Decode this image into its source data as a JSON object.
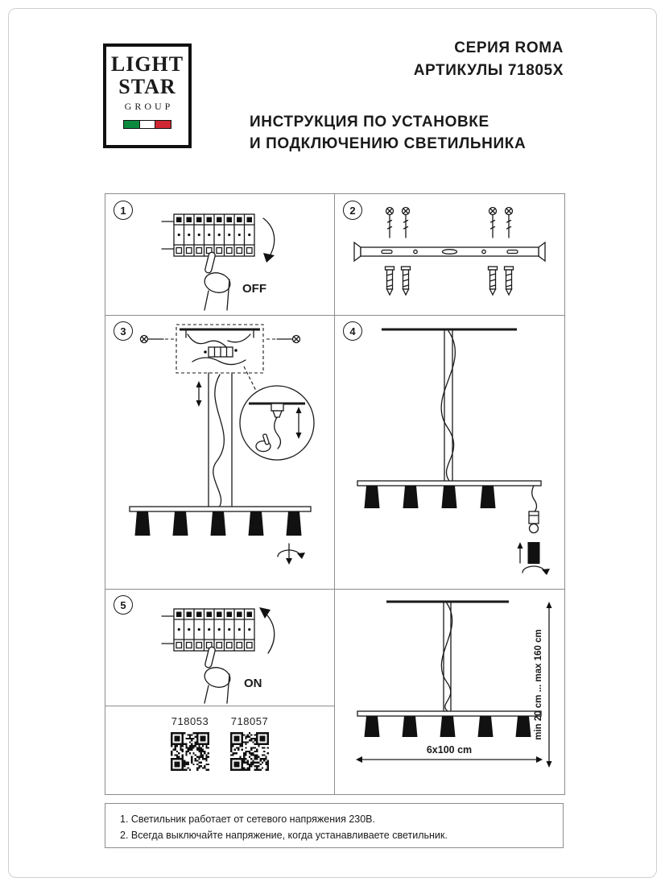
{
  "logo": {
    "line1": "LIGHT",
    "line2": "STAR",
    "line3": "GROUP"
  },
  "header": {
    "series": "СЕРИЯ ROMA",
    "articles": "АРТИКУЛЫ 71805X",
    "title_line1": "ИНСТРУКЦИЯ ПО УСТАНОВКЕ",
    "title_line2": "И ПОДКЛЮЧЕНИЮ СВЕТИЛЬНИКА"
  },
  "steps": {
    "one": "1",
    "two": "2",
    "three": "3",
    "four": "4",
    "five": "5"
  },
  "labels": {
    "off": "OFF",
    "on": "ON"
  },
  "qr": {
    "left_code": "718053",
    "right_code": "718057"
  },
  "dimensions": {
    "width": "6x100 cm",
    "height": "min 20 cm ... max 160 cm"
  },
  "footer": {
    "note1": "1. Светильник работает от сетевого напряжения 230В.",
    "note2": "2. Всегда выключайте напряжение, когда устанавливаете светильник."
  },
  "colors": {
    "line": "#1a1a1a",
    "grid_border": "#8c8c8c",
    "flag_green": "#0b8a3e",
    "flag_red": "#cf2734"
  }
}
